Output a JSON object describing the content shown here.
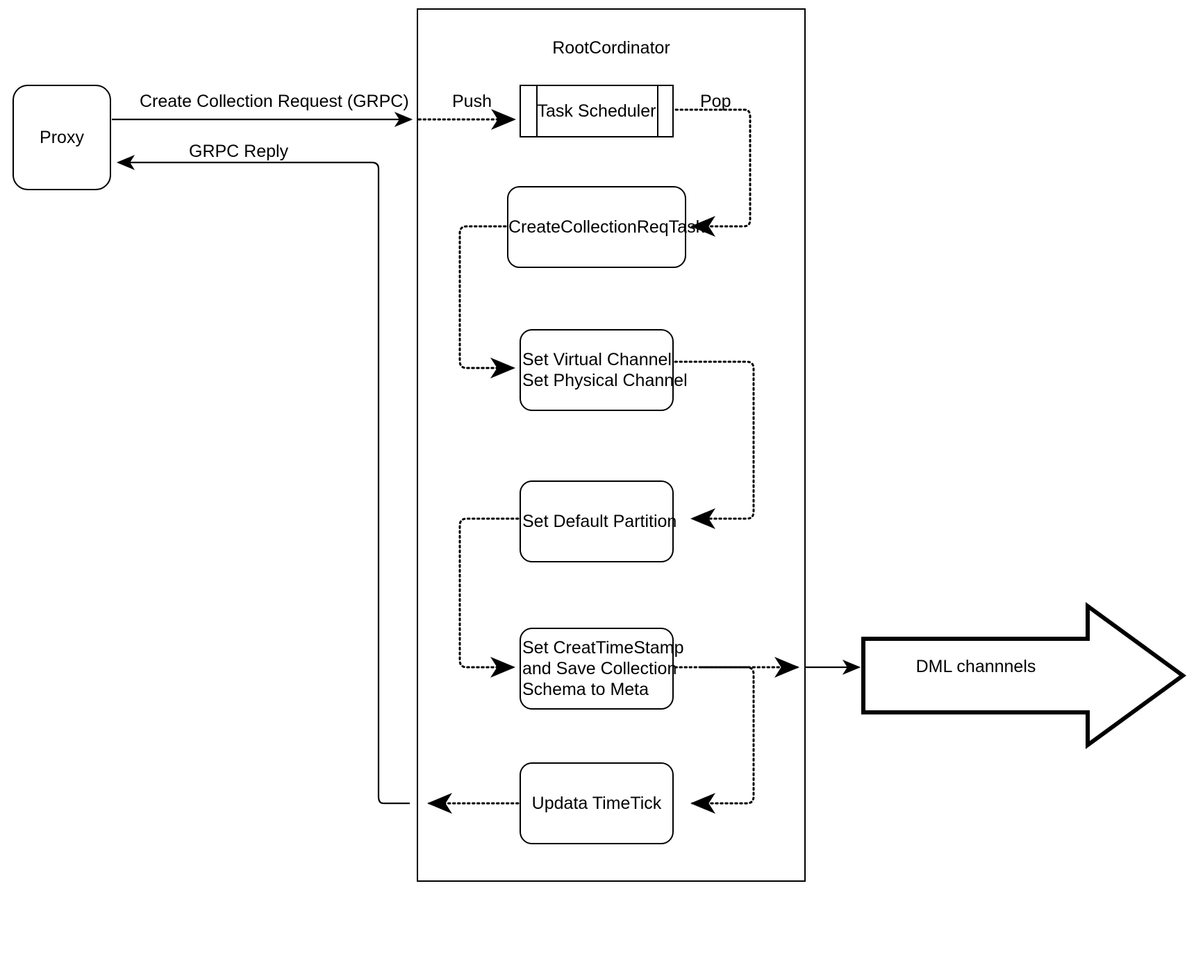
{
  "diagram": {
    "title_visible": "RootCordinator",
    "container": {
      "label": "RootCordinator"
    },
    "external_nodes": [
      {
        "id": "proxy",
        "label": "Proxy",
        "shape": "rounded-rect"
      },
      {
        "id": "dml",
        "label": "DML channnels",
        "shape": "block-arrow-right"
      }
    ],
    "nodes": [
      {
        "id": "task-scheduler",
        "label": "Task Scheduler",
        "shape": "process-queue"
      },
      {
        "id": "create-collection-req-task",
        "label": "CreateCollectionReqTask",
        "shape": "rounded-rect"
      },
      {
        "id": "set-channels",
        "label": "Set Virtual Channel\nSet Physical Channel",
        "line1": "Set Virtual Channel",
        "line2": "Set Physical Channel",
        "shape": "rounded-rect"
      },
      {
        "id": "set-default-partition",
        "label": "Set Default Partition",
        "shape": "rounded-rect"
      },
      {
        "id": "set-creat-timestamp",
        "label": "Set CreatTimeStamp and Save Collection Schema to Meta",
        "line1": "Set CreatTimeStamp",
        "line2": "and Save Collection",
        "line3": "Schema to Meta",
        "shape": "rounded-rect"
      },
      {
        "id": "updata-timetick",
        "label": "Updata TimeTick",
        "shape": "rounded-rect"
      }
    ],
    "edge_labels": {
      "create_request": "Create Collection Request (GRPC)",
      "grpc_reply": "GRPC Reply",
      "push": "Push",
      "pop": "Pop"
    },
    "colors": {
      "stroke": "#000000",
      "fill": "#ffffff",
      "background": "#ffffff"
    }
  }
}
